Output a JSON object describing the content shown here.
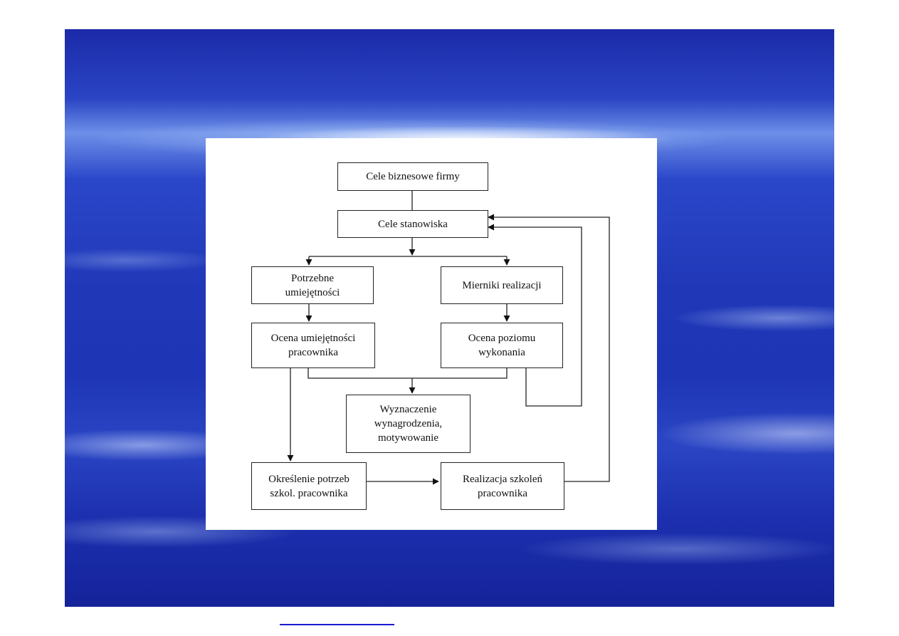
{
  "diagram": {
    "nodes": {
      "cele_biznesowe": "Cele biznesowe firmy",
      "cele_stanowiska": "Cele stanowiska",
      "potrzebne_umiejetnosci": "Potrzebne\numiejętności",
      "mierniki_realizacji": "Mierniki realizacji",
      "ocena_umiejetnosci": "Ocena umiejętności\npracownika",
      "ocena_poziomu": "Ocena poziomu\nwykonania",
      "wyznaczenie_wynagrodzenia": "Wyznaczenie\nwynagrodzenia,\nmotywowanie",
      "okreslenie_potrzeb": "Określenie potrzeb\nszkol. pracownika",
      "realizacja_szkolen": "Realizacja szkoleń\npracownika"
    },
    "edges": [
      [
        "cele_biznesowe",
        "cele_stanowiska"
      ],
      [
        "cele_stanowiska",
        "potrzebne_umiejetnosci"
      ],
      [
        "cele_stanowiska",
        "mierniki_realizacji"
      ],
      [
        "potrzebne_umiejetnosci",
        "ocena_umiejetnosci"
      ],
      [
        "mierniki_realizacji",
        "ocena_poziomu"
      ],
      [
        "ocena_umiejetnosci",
        "wyznaczenie_wynagrodzenia"
      ],
      [
        "ocena_poziomu",
        "wyznaczenie_wynagrodzenia"
      ],
      [
        "ocena_umiejetnosci",
        "okreslenie_potrzeb"
      ],
      [
        "okreslenie_potrzeb",
        "realizacja_szkolen"
      ],
      [
        "ocena_poziomu",
        "cele_stanowiska"
      ],
      [
        "realizacja_szkolen",
        "cele_stanowiska"
      ]
    ]
  },
  "colors": {
    "background": "#2038b8",
    "link": "#1a1ad0"
  }
}
